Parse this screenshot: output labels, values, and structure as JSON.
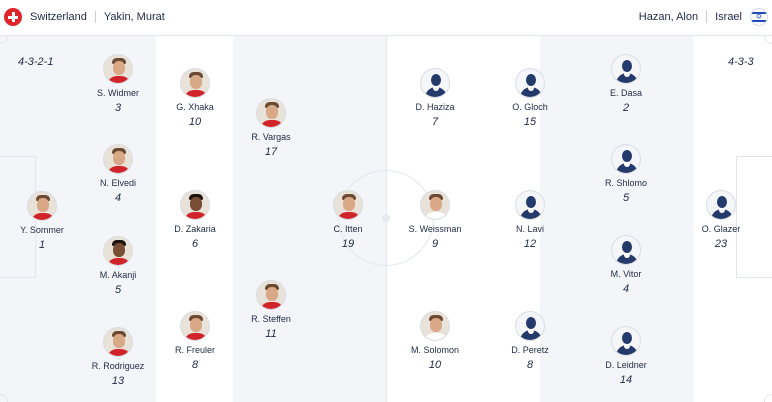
{
  "header": {
    "home": {
      "team": "Switzerland",
      "coach": "Yakin, Murat",
      "flag": "switzerland-flag"
    },
    "away": {
      "team": "Israel",
      "coach": "Hazan, Alon",
      "flag": "israel-flag"
    }
  },
  "formations": {
    "home": "4-3-2-1",
    "away": "4-3-3"
  },
  "colors": {
    "home_accent": "#e0242b",
    "away_accent": "#1e4bb8",
    "stripe": "#f3f5f8",
    "text": "#1f2a44"
  },
  "players": {
    "sommer": {
      "name": "Y. Sommer",
      "number": "1"
    },
    "widmer": {
      "name": "S. Widmer",
      "number": "3"
    },
    "elvedi": {
      "name": "N. Elvedi",
      "number": "4"
    },
    "akanji": {
      "name": "M. Akanji",
      "number": "5"
    },
    "rodriguez": {
      "name": "R. Rodriguez",
      "number": "13"
    },
    "xhaka": {
      "name": "G. Xhaka",
      "number": "10"
    },
    "zakaria": {
      "name": "D. Zakaria",
      "number": "6"
    },
    "freuler": {
      "name": "R. Freuler",
      "number": "8"
    },
    "vargas": {
      "name": "R. Vargas",
      "number": "17"
    },
    "steffen": {
      "name": "R. Steffen",
      "number": "11"
    },
    "itten": {
      "name": "C. Itten",
      "number": "19"
    },
    "weissman": {
      "name": "S. Weissman",
      "number": "9"
    },
    "haziza": {
      "name": "D. Haziza",
      "number": "7"
    },
    "solomon": {
      "name": "M. Solomon",
      "number": "10"
    },
    "gloch": {
      "name": "O. Gloch",
      "number": "15"
    },
    "lavi": {
      "name": "N. Lavi",
      "number": "12"
    },
    "peretz": {
      "name": "D. Peretz",
      "number": "8"
    },
    "dasa": {
      "name": "E. Dasa",
      "number": "2"
    },
    "shlomo": {
      "name": "R. Shlomo",
      "number": "5"
    },
    "vitor": {
      "name": "M. Vitor",
      "number": "4"
    },
    "leidner": {
      "name": "D. Leidner",
      "number": "14"
    },
    "glazer": {
      "name": "O. Glazer",
      "number": "23"
    }
  }
}
